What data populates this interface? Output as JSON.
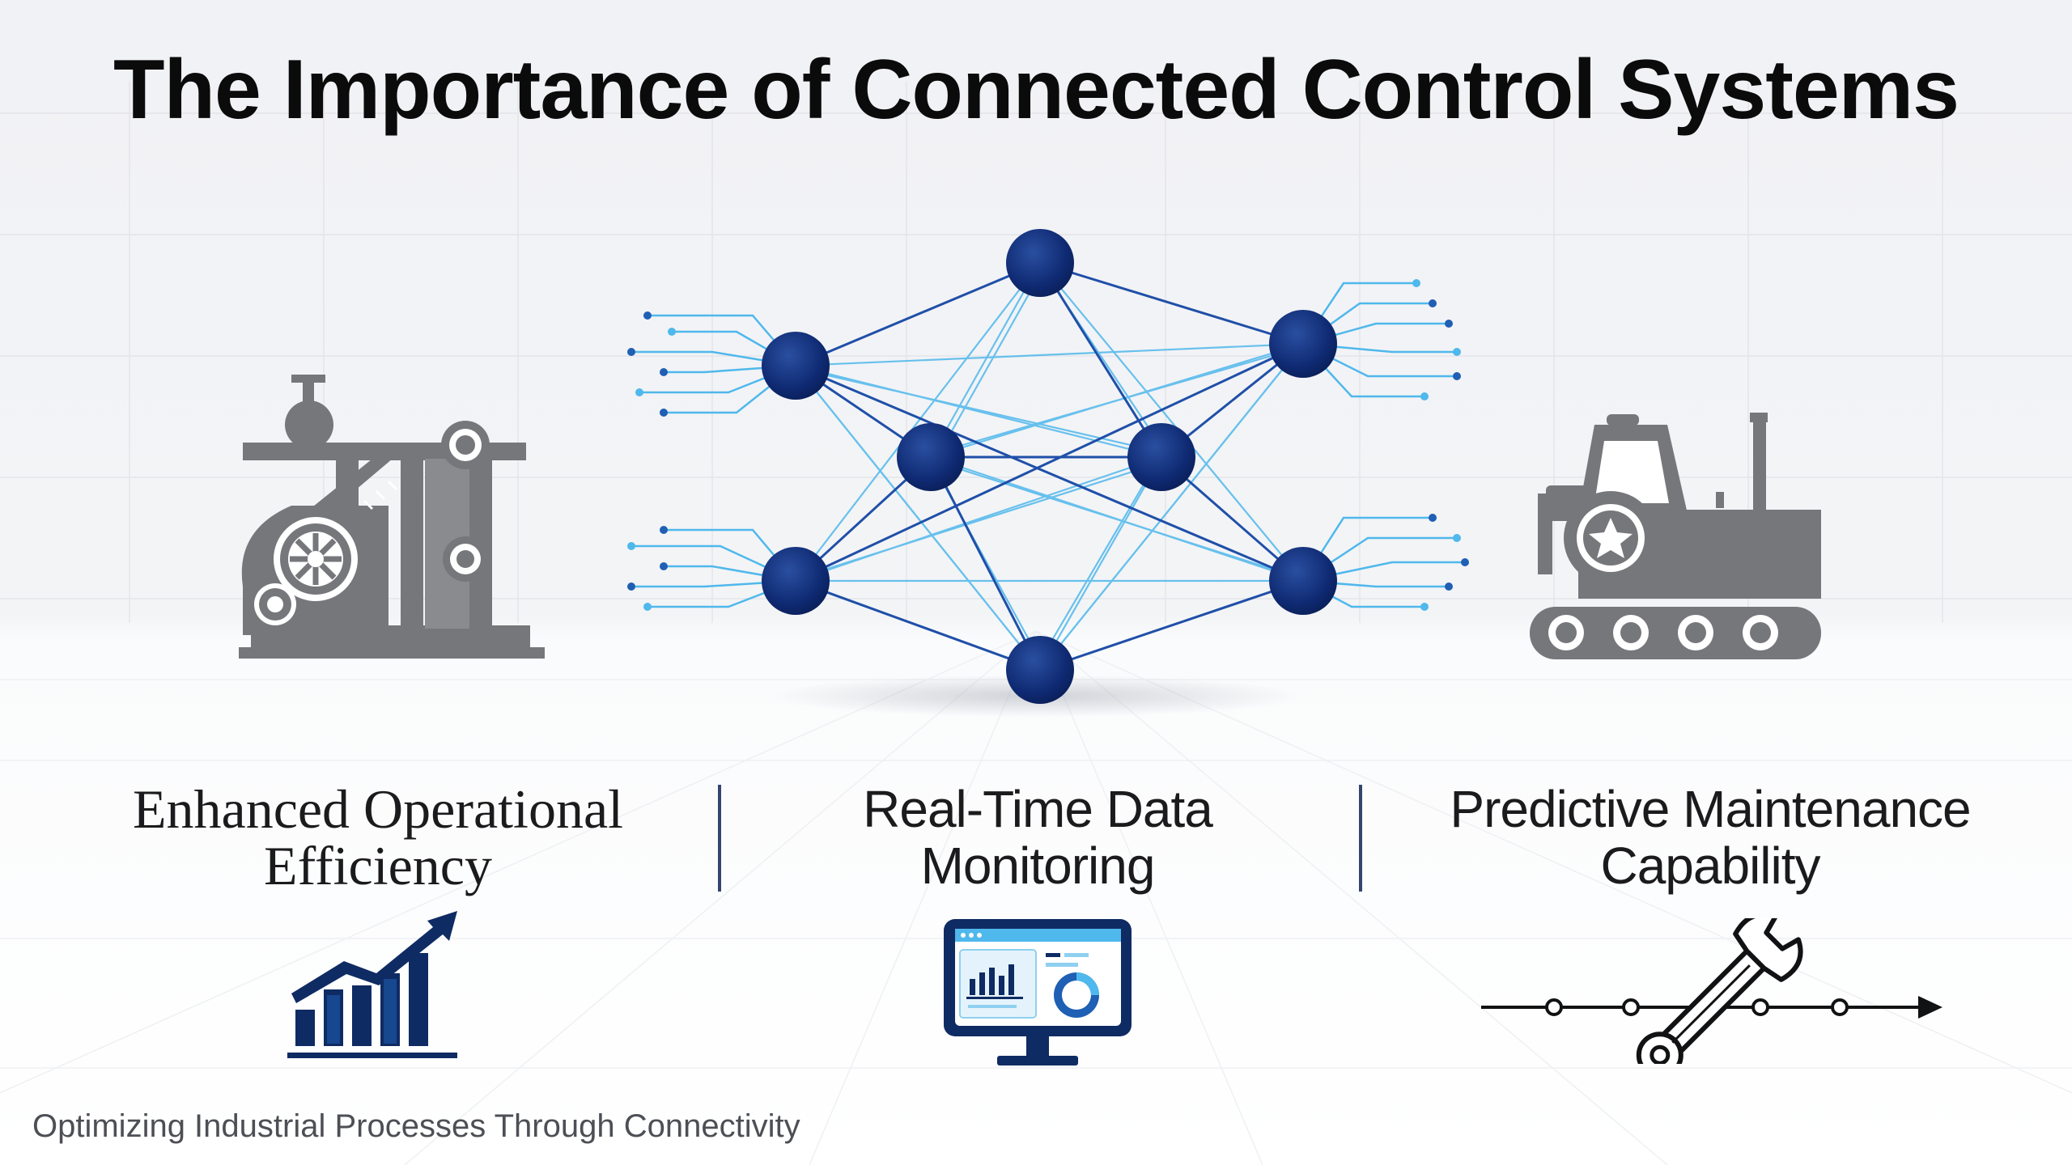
{
  "title": "The Importance of Connected Control Systems",
  "benefits": [
    {
      "line1": "Enhanced Operational",
      "line2": "Efficiency",
      "icon": "growth-bar-chart-icon"
    },
    {
      "line1": "Real-Time Data",
      "line2": "Monitoring",
      "icon": "dashboard-monitor-icon"
    },
    {
      "line1": "Predictive Maintenance",
      "line2": "Capability",
      "icon": "wrench-timeline-icon"
    }
  ],
  "subtitle": "Optimizing Industrial Processes Through Connectivity",
  "colors": {
    "node": "#0f2a73",
    "link_light": "#4fb8ec",
    "link_dark": "#1f4fa8",
    "machine": "#76777b",
    "icon_navy": "#0f2b63",
    "icon_blue": "#1f5fb4",
    "divider": "#34466e"
  }
}
